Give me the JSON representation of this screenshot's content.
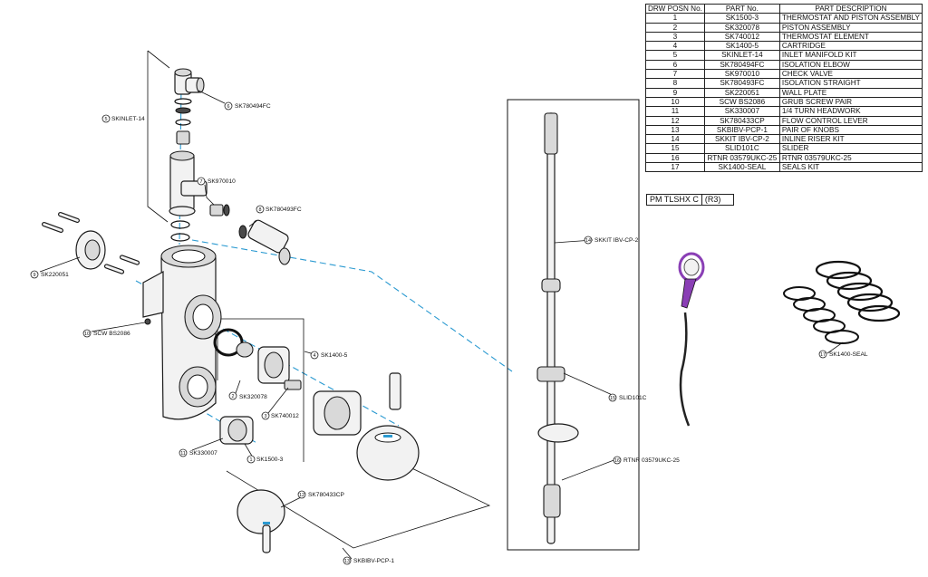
{
  "table": {
    "headers": [
      "DRW POSN No.",
      "PART No.",
      "PART DESCRIPTION"
    ],
    "rows": [
      [
        "1",
        "SK1500-3",
        "THERMOSTAT AND PISTON ASSEMBLY"
      ],
      [
        "2",
        "SK320078",
        "PISTON ASSEMBLY"
      ],
      [
        "3",
        "SK740012",
        "THERMOSTAT ELEMENT"
      ],
      [
        "4",
        "SK1400-5",
        "CARTRIDGE"
      ],
      [
        "5",
        "SKINLET-14",
        "INLET MANIFOLD KIT"
      ],
      [
        "6",
        "SK780494FC",
        "ISOLATION ELBOW"
      ],
      [
        "7",
        "SK970010",
        "CHECK VALVE"
      ],
      [
        "8",
        "SK780493FC",
        "ISOLATION STRAIGHT"
      ],
      [
        "9",
        "SK220051",
        "WALL PLATE"
      ],
      [
        "10",
        "SCW BS2086",
        "GRUB SCREW PAIR"
      ],
      [
        "11",
        "SK330007",
        "1/4 TURN HEADWORK"
      ],
      [
        "12",
        "SK780433CP",
        "FLOW CONTROL LEVER"
      ],
      [
        "13",
        "SKBIBV-PCP-1",
        "PAIR OF KNOBS"
      ],
      [
        "14",
        "SKKIT IBV-CP-2",
        "INLINE RISER KIT"
      ],
      [
        "15",
        "SLID101C",
        "SLIDER"
      ],
      [
        "16",
        "RTNR 03579UKC-25",
        "RTNR 03579UKC-25"
      ],
      [
        "17",
        "SK1400-SEAL",
        "SEALS KIT"
      ]
    ]
  },
  "model_ref": {
    "code": "PM TLSHX C",
    "rev": "(R3)"
  },
  "callouts": [
    {
      "num": "1",
      "part": "SK1500-3"
    },
    {
      "num": "2",
      "part": "SK320078"
    },
    {
      "num": "3",
      "part": "SK740012"
    },
    {
      "num": "4",
      "part": "SK1400-5"
    },
    {
      "num": "5",
      "part": "SKINLET-14"
    },
    {
      "num": "6",
      "part": "SK780494FC"
    },
    {
      "num": "7",
      "part": "SK970010"
    },
    {
      "num": "8",
      "part": "SK780493FC"
    },
    {
      "num": "9",
      "part": "SK220051"
    },
    {
      "num": "10",
      "part": "SCW BS2086"
    },
    {
      "num": "11",
      "part": "SK330007"
    },
    {
      "num": "12",
      "part": "SK780433CP"
    },
    {
      "num": "13",
      "part": "SKBIBV-PCP-1"
    },
    {
      "num": "14",
      "part": "SKKIT IBV-CP-2"
    },
    {
      "num": "15",
      "part": "SLID101C"
    },
    {
      "num": "16",
      "part": "RTNR 03579UKC-25"
    },
    {
      "num": "17",
      "part": "SK1400-SEAL"
    }
  ],
  "colors": {
    "leader_dashed": "#2b9ad1",
    "accent_purple": "#8a3fb5",
    "accent_blue": "#2b9ad1"
  }
}
